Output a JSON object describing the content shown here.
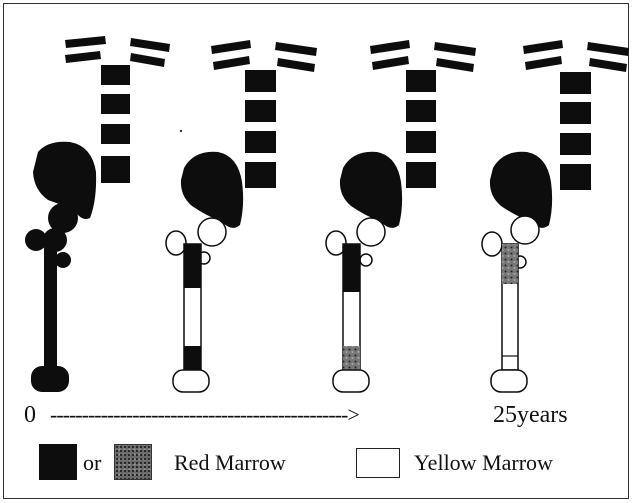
{
  "timeline": {
    "start": "0",
    "arrow": "----------------------------------------------->",
    "end": "25years"
  },
  "legend": {
    "or": "or",
    "red": "Red Marrow",
    "yellow": "Yellow Marrow"
  },
  "colors": {
    "red_marrow": "#0d0d0d",
    "mixed_marrow": "#6a6a6a",
    "yellow_marrow": "#ffffff"
  }
}
